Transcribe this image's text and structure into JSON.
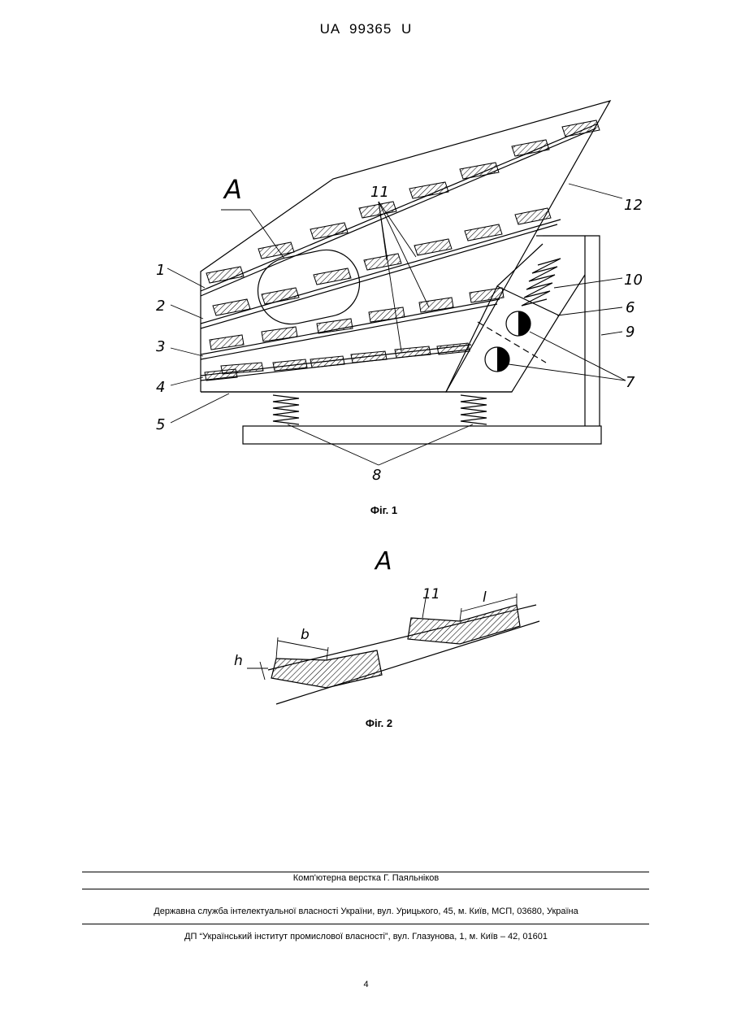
{
  "document": {
    "patent_number": "UA   99365   U",
    "figure1": {
      "caption": "Фіг. 1",
      "labels": {
        "a": "A",
        "n1": "1",
        "n2": "2",
        "n3": "3",
        "n4": "4",
        "n5": "5",
        "n6": "6",
        "n7": "7",
        "n8": "8",
        "n9": "9",
        "n10": "10",
        "n11": "11",
        "n12": "12"
      }
    },
    "figure2": {
      "caption": "Фіг. 2",
      "labels": {
        "a": "A",
        "n11": "11",
        "b": "b",
        "h": "h",
        "l": "l"
      }
    },
    "footer": {
      "typesetting": "Комп'ютерна верстка Г. Паяльніков",
      "service": "Державна служба інтелектуальної власності України, вул. Урицького, 45, м. Київ, МСП, 03680, Україна",
      "institute": "ДП “Український інститут промислової власності”, вул. Глазунова, 1, м. Київ – 42, 01601"
    },
    "page_number": "4"
  }
}
